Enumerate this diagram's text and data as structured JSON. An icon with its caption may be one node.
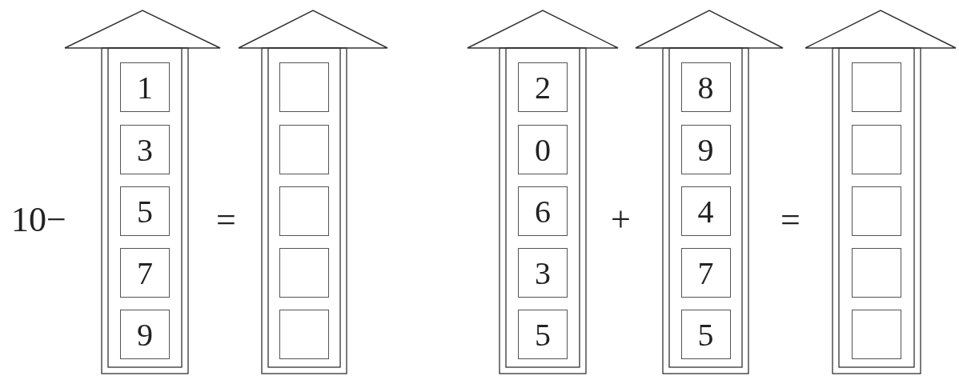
{
  "diagram": {
    "nodes": [
      {
        "text": [],
        "shape": "box"
      },
      {
        "text": [
          "1"
        ],
        "in": 0
      },
      {
        "text": [
          "3"
        ],
        "in": 0
      },
      {
        "text": [
          "5"
        ],
        "in": 0
      },
      {
        "text": [
          "7"
        ],
        "in": 0
      },
      {
        "text": [
          "9"
        ],
        "in": 0
      },
      {
        "text": [],
        "shape": "box"
      },
      {
        "text": [],
        "shape": "box",
        "in": 6
      },
      {
        "text": [],
        "shape": "box",
        "in": 6
      },
      {
        "text": [],
        "shape": "box",
        "in": 6
      },
      {
        "text": [],
        "shape": "box",
        "in": 6
      },
      {
        "text": [],
        "shape": "box",
        "in": 6
      },
      {
        "text": [],
        "shape": "box"
      },
      {
        "text": [
          "2"
        ],
        "in": 12
      },
      {
        "text": [
          "0"
        ],
        "in": 12
      },
      {
        "text": [
          "6"
        ],
        "in": 12
      },
      {
        "text": [
          "3"
        ],
        "in": 12
      },
      {
        "text": [
          "5"
        ],
        "in": 12
      },
      {
        "text": [],
        "shape": "box"
      },
      {
        "text": [
          "8"
        ],
        "in": 18
      },
      {
        "text": [
          "9"
        ],
        "in": 18
      },
      {
        "text": [
          "4"
        ],
        "in": 18
      },
      {
        "text": [
          "7"
        ],
        "in": 18
      },
      {
        "text": [
          "5"
        ],
        "in": 18
      },
      {
        "text": [],
        "shape": "box"
      },
      {
        "text": [],
        "shape": "box",
        "in": 24
      },
      {
        "text": [],
        "shape": "box",
        "in": 24
      },
      {
        "text": [],
        "shape": "box",
        "in": 24
      },
      {
        "text": [],
        "shape": "box",
        "in": 24
      },
      {
        "text": [],
        "shape": "box",
        "in": 24
      }
    ],
    "edges": [],
    "labels": [
      "10−",
      "=",
      "+",
      "="
    ]
  }
}
